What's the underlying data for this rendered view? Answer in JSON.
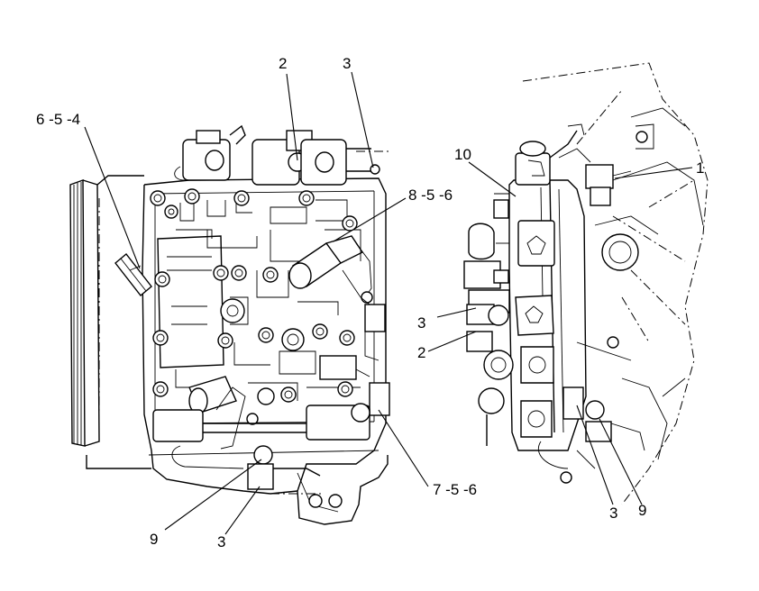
{
  "callouts": {
    "left_6_5_4": "6 -5 -4",
    "left_2": "2",
    "left_3_top": "3",
    "left_8_5_6": "8 -5 -6",
    "left_7_5_6": "7 -5 -6",
    "left_9": "9",
    "left_3_bottom": "3",
    "right_10": "10",
    "right_1": "1",
    "right_3_mid": "3",
    "right_2": "2",
    "right_3_bottom": "3",
    "right_9": "9"
  }
}
